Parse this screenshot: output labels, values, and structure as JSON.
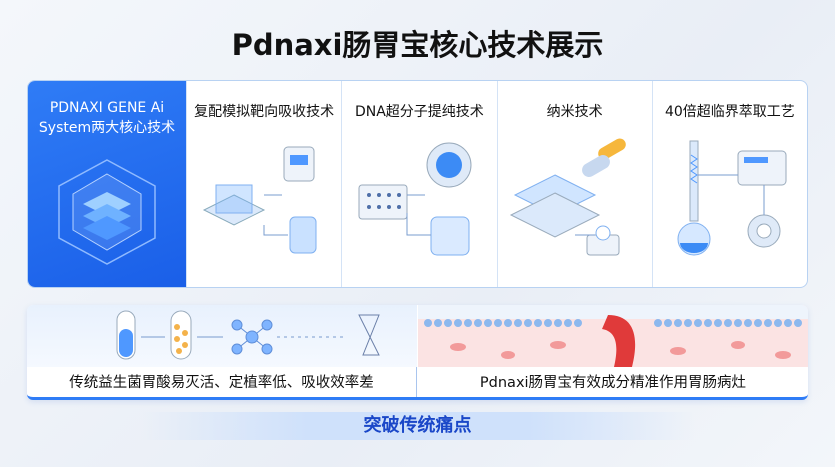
{
  "title": "Pdnaxi肠胃宝核心技术展示",
  "core": {
    "line1": "PDNAXI GENE Ai",
    "line2": "System两大核心技术"
  },
  "technologies": [
    {
      "label": "复配模拟靶向吸收技术"
    },
    {
      "label": "DNA超分子提纯技术"
    },
    {
      "label": "纳米技术"
    },
    {
      "label": "40倍超临界萃取工艺"
    }
  ],
  "comparison": {
    "left": "传统益生菌胃酸易灭活、定植率低、吸收效率差",
    "right": "Pdnaxi肠胃宝有效成分精准作用胃肠病灶"
  },
  "banner": "突破传统痛点",
  "colors": {
    "accent": "#2f7cf6",
    "banner_text": "#1a47c8"
  }
}
